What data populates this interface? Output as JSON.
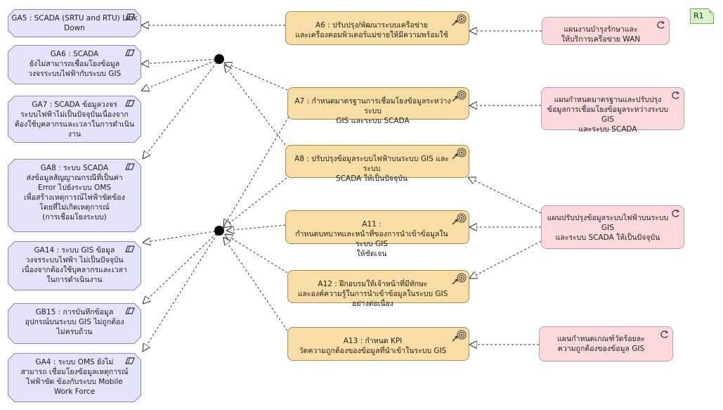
{
  "gap_items": [
    {
      "id": "ga5",
      "text": "GA5 : SCADA (SRTU and RTU) Link Down"
    },
    {
      "id": "ga6",
      "text": "GA6 : SCADA\nยังไม่สามารถเชื่อมโยงข้อมูล\nวงจรระบบไฟฟ้ากับระบบ GIS"
    },
    {
      "id": "ga7",
      "text": "GA7 : SCADA ข้อมูลวงจร\nระบบไฟฟ้าไม่เป็นปัจจุบันเนื่องจาก\nต้องใช้บุคลากรและเวลาในการดำเนินงาน"
    },
    {
      "id": "ga8",
      "text": "GA8 : ระบบ SCADA\nส่งข้อมูลสัญญาณกรณีที่เป็นค่า\nError ไปยังระบบ OMS\nเพื่อสร้างเหตุการณ์ไฟฟ้าขัดข้อง\nโดยที่ไม่เกิดเหตุการณ์\n(การเชื่อมโยงระบบ)"
    },
    {
      "id": "ga14",
      "text": "GA14 : ระบบ GIS ข้อมูล\nวงจรระบบไฟฟ้า ไม่เป็นปัจจุบัน\nเนื่องจากต้องใช้บุคลากรและเวลา\nในการดำเนินงาน"
    },
    {
      "id": "gb15",
      "text": "GB15 : การบันทึกข้อมูล\nอุปกรณ์บนระบบ GIS ไม่ถูกต้อง\nไม่ครบถ้วน"
    },
    {
      "id": "ga4",
      "text": "GA4 : ระบบ OMS ยังไม่\nสามารถ เชื่อมโยงข้อมูลเหตุการณ์\nไฟฟ้าขัด ข้องกับระบบ Mobile\nWork Force"
    }
  ],
  "actions": [
    {
      "id": "a6",
      "text": "A6 : ปรับปรุง/พัฒนาระบบเครือข่าย\nและเครื่องคอมพิวเตอร์แม่ข่ายให้มีความพร้อมใช้"
    },
    {
      "id": "a7",
      "text": "A7 : กำหนดมาตรฐานการเชื่อมโยงข้อมูลระหว่างระบบ\nGIS และระบบ SCADA"
    },
    {
      "id": "a8",
      "text": "A8 : ปรับปรุงข้อมูลระบบไฟฟ้าบนระบบ GIS และระบบ\nSCADA ให้เป็นปัจจุบัน"
    },
    {
      "id": "a11",
      "text": "A11 :\nกำหนดบทบาทและหน้าที่ของการนำเข้าข้อมูลในระบบ GIS\nให้ชัดเจน"
    },
    {
      "id": "a12",
      "text": "A12 : ฝึกอบรมให้เจ้าหน้าที่มีทักษะ\nและองค์ความรู้ในการนำเข้าข้อมูลในระบบ GIS\nอย่างต่อเนื่อง"
    },
    {
      "id": "a13",
      "text": "A13 : กำหนด KPI\nวัดความถูกต้องของข้อมูลที่นำเข้าในระบบ GIS"
    }
  ],
  "work_packages": [
    {
      "id": "wp1",
      "text": "แผนงานบำรุงรักษาและ\nให้บริการเครือข่าย WAN"
    },
    {
      "id": "wp2",
      "text": "แผนกำหนดมาตรฐานและปรับปรุง\nข้อมูลการเชื่อมโยงข้อมูลระหว่างระบบ GIS\nและระบบ SCADA"
    },
    {
      "id": "wp3",
      "text": "แผนปรับปรุงข้อมูลระบบไฟฟ้าบนระบบ GIS\nและระบบ SCADA ให้เป็นปัจจุบัน"
    },
    {
      "id": "wp4",
      "text": "แผนกำหนดเกณฑ์วัดร้อยละ\nความถูกต้องของข้อมูล GIS"
    }
  ],
  "tag": {
    "label": "R1"
  },
  "colors": {
    "gap": "#e3e3fc",
    "action": "#f8dea5",
    "work_package": "#fcd9dd",
    "tag": "#d8f5c8"
  }
}
